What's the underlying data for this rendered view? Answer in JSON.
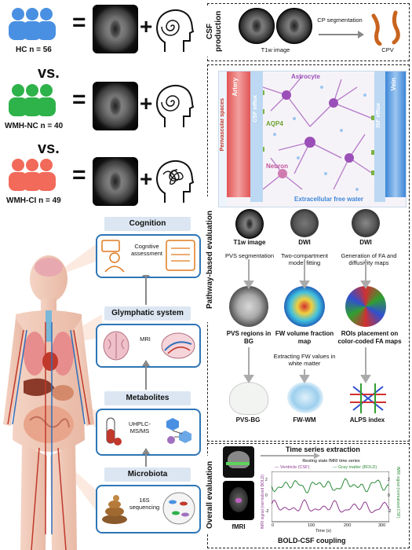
{
  "groups": [
    {
      "label": "HC n = 56",
      "color": "#4a90e2"
    },
    {
      "label": "WMH-NC n = 40",
      "color": "#2eb24a"
    },
    {
      "label": "WMH-CI n = 49",
      "color": "#f26a5a"
    }
  ],
  "vs_label": "vs.",
  "equals": "=",
  "plus": "+",
  "left_cards": {
    "cognition": {
      "title": "Cognition",
      "step": "Cognitive assessment"
    },
    "glymphatic": {
      "title": "Glymphatic system",
      "step": "MRI"
    },
    "metabolites": {
      "title": "Metabolites",
      "step": "UHPLC-MS/MS"
    },
    "microbiota": {
      "title": "Microbiota",
      "step": "16S sequencing"
    }
  },
  "csf_section": {
    "title": "CSF production",
    "t1w_label": "T1w image",
    "step": "CP segmentation",
    "result": "CPV"
  },
  "pathway_section": {
    "title": "Pathway-based evaluation",
    "illustration": {
      "perivascular": "Perivascular spaces",
      "artery": "Artery",
      "csf_influx": "CSF influx",
      "astrocyte": "Astrocyte",
      "aqp4": "AQP4",
      "neuron": "Neuron",
      "isf_efflux": "ISF efflux",
      "vein": "Vein",
      "free_water": "Extracellular free water"
    },
    "columns": [
      {
        "input": "T1w image",
        "step": "PVS segmentation",
        "map": "PVS regions in BG",
        "output": "PVS-BG"
      },
      {
        "input": "DWI",
        "step": "Two-compartment model fitting",
        "map": "FW volume fraction map",
        "output": "FW-WM"
      },
      {
        "input": "DWI",
        "step": "Generation of FA and diffusivity maps",
        "map": "ROIs placement on color-coded FA maps",
        "output": "ALPS index"
      }
    ],
    "extract_step": "Extracting FW values in white matter"
  },
  "overall_section": {
    "title": "Overall evaluation",
    "header": "Time series extraction",
    "fmri_label": "fMRI",
    "coupling": "BOLD-CSF coupling",
    "plot": {
      "title": "Resting state fMRI time series",
      "legend_csf": "Ventricle (CSF)",
      "legend_gm": "Gray matter (BOLD)",
      "xlabel": "Time (s)",
      "ylabel_left": "fMRI signal (normalized BOLD)",
      "ylabel_right": "fMRI signal (normalized CSF)",
      "xticks": [
        "0",
        "100",
        "200",
        "300"
      ],
      "yticks_left": [
        "-2",
        "0",
        "2"
      ],
      "yticks_right": [
        "-2",
        "0",
        "2"
      ],
      "colors": {
        "csf": "#8e3a8e",
        "gm": "#2e8b3a"
      }
    }
  }
}
